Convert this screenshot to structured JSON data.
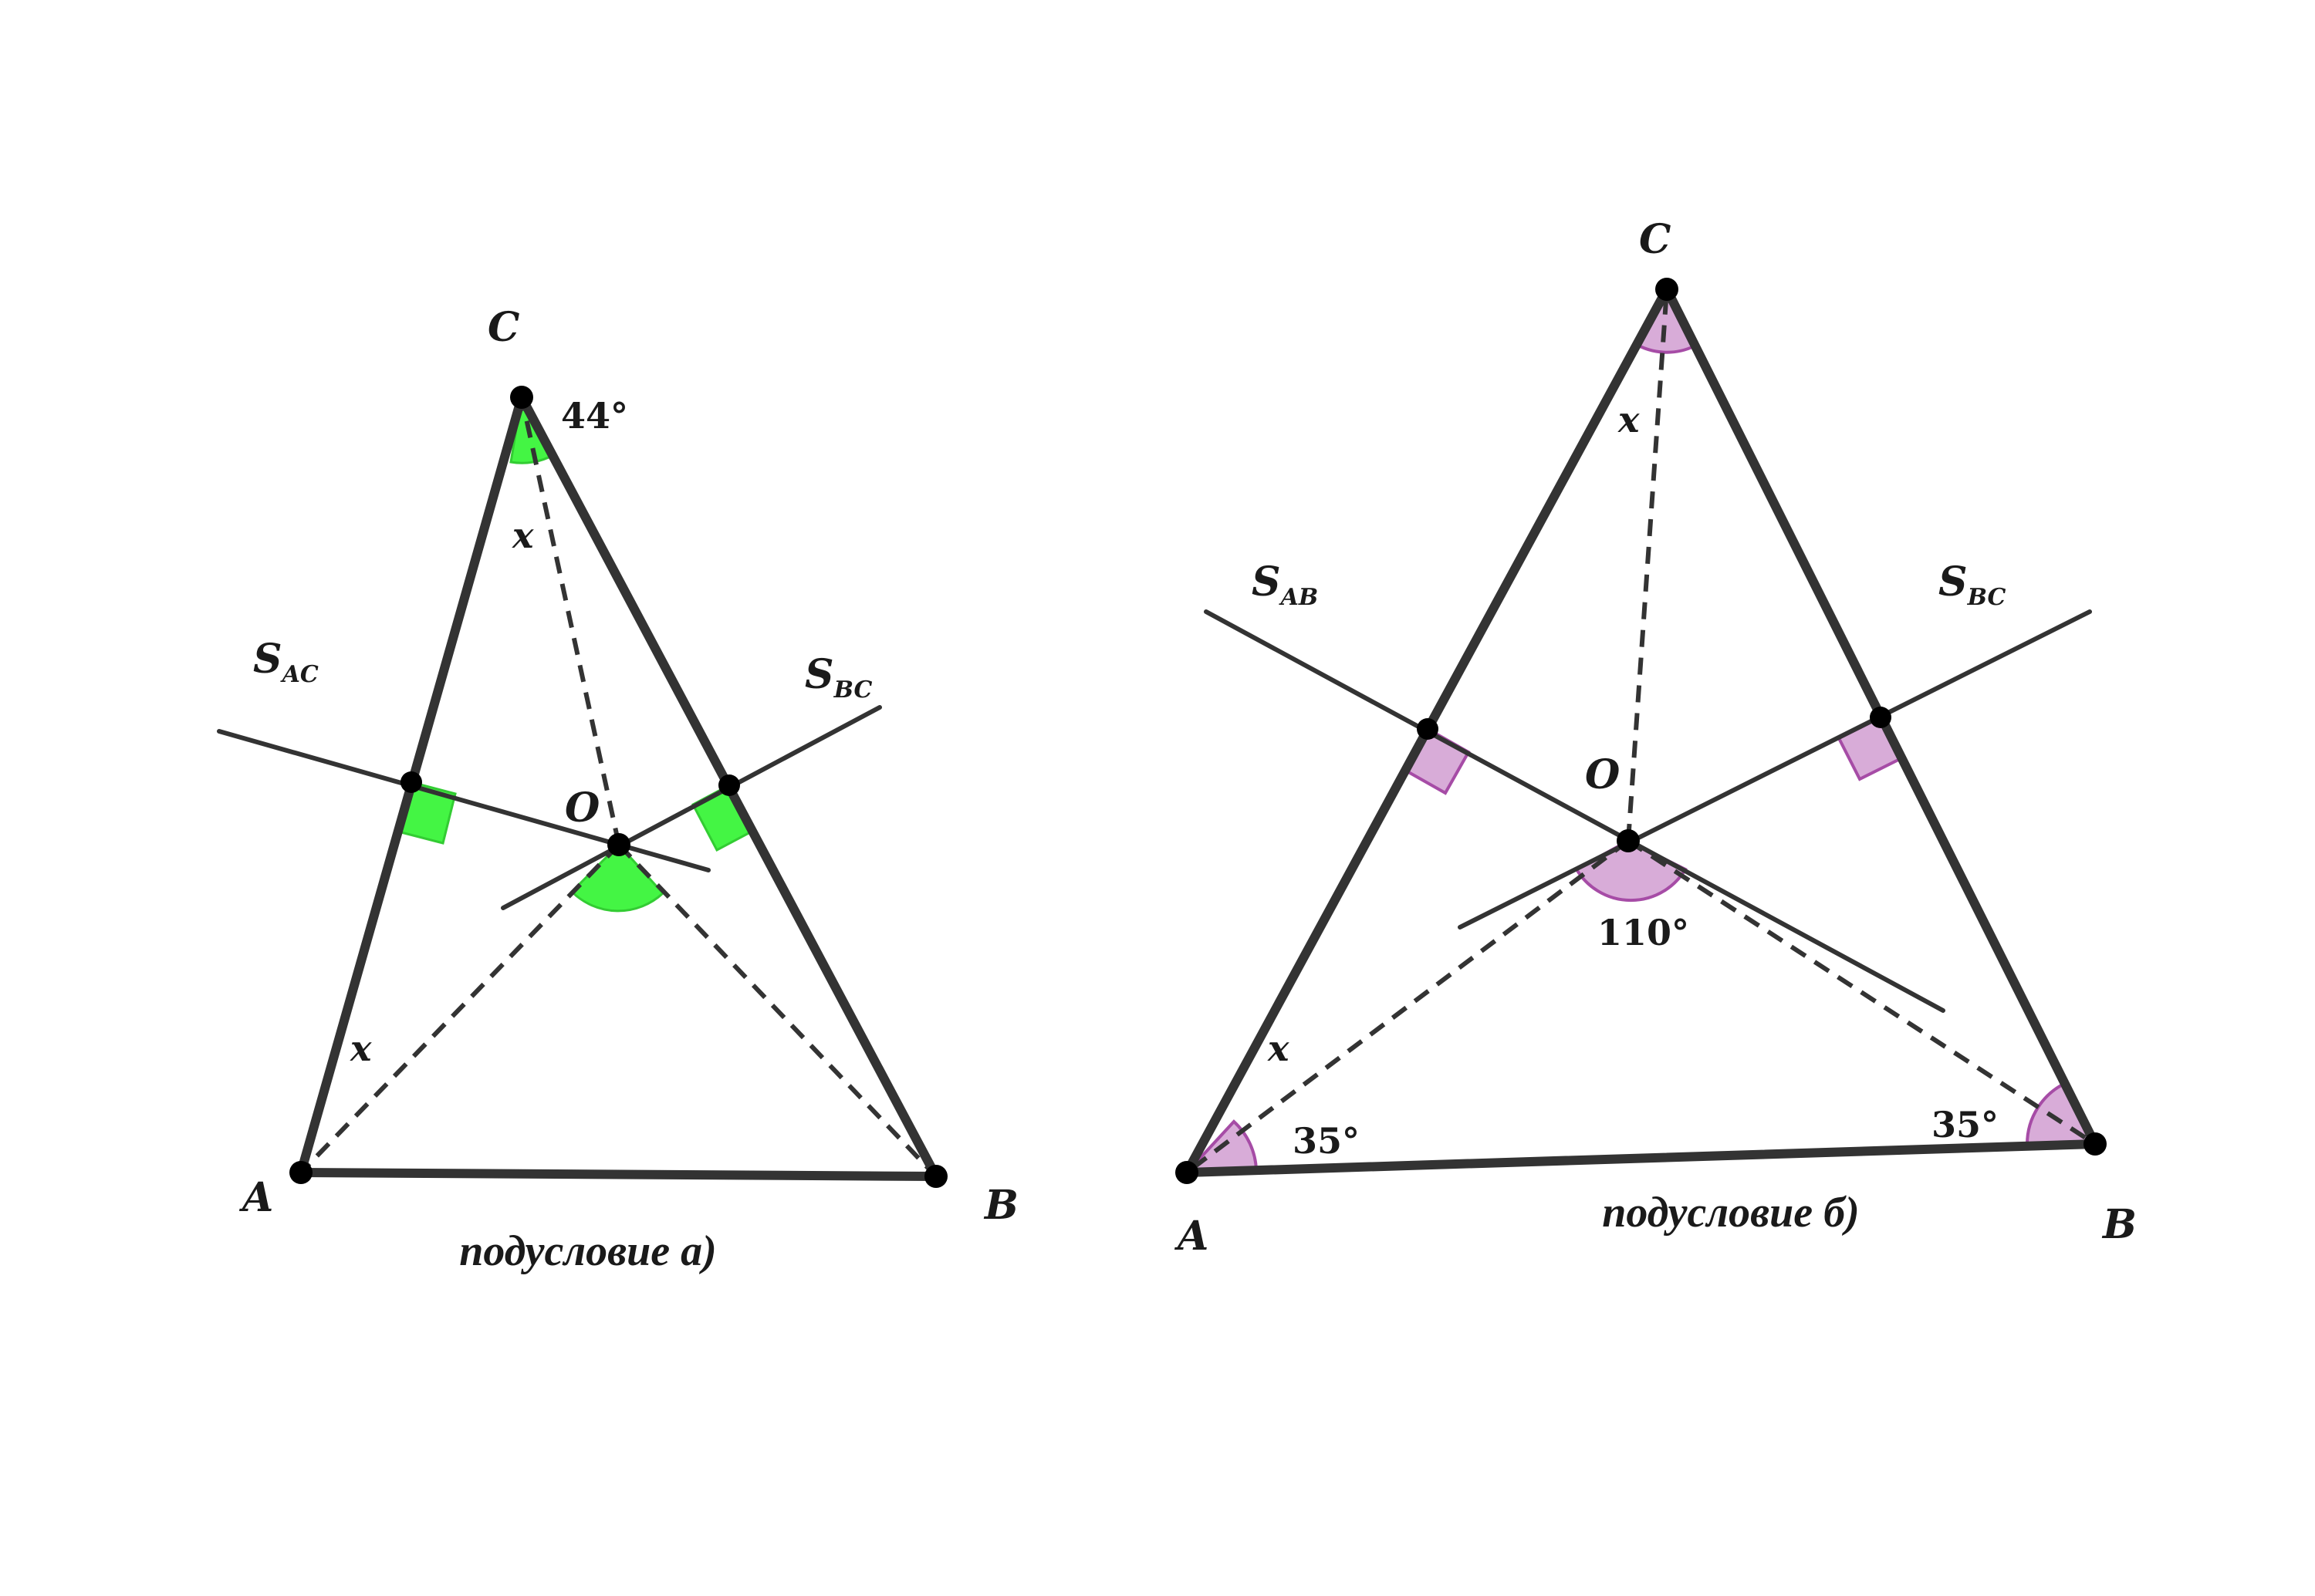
{
  "colors": {
    "left_mark_fill": "#44f544",
    "left_mark_stroke": "#33cc33",
    "right_mark_fill": "#d8acd8",
    "right_mark_stroke": "#a64ca6",
    "line": "#333333"
  },
  "left": {
    "points": {
      "A": "A",
      "B": "B",
      "C": "C",
      "O": "O"
    },
    "bisectors": {
      "s1": "S",
      "s1_sub": "AC",
      "s2": "S",
      "s2_sub": "BC"
    },
    "angle_c": "44°",
    "var_c": "x",
    "var_a": "x",
    "caption": "подусловие а)"
  },
  "right": {
    "points": {
      "A": "A",
      "B": "B",
      "C": "C",
      "O": "O"
    },
    "bisectors": {
      "s1": "S",
      "s1_sub": "AB",
      "s2": "S",
      "s2_sub": "BC"
    },
    "angle_o": "110°",
    "angle_a": "35°",
    "angle_b": "35°",
    "var_c": "x",
    "var_a": "x",
    "caption": "подусловие б)"
  }
}
